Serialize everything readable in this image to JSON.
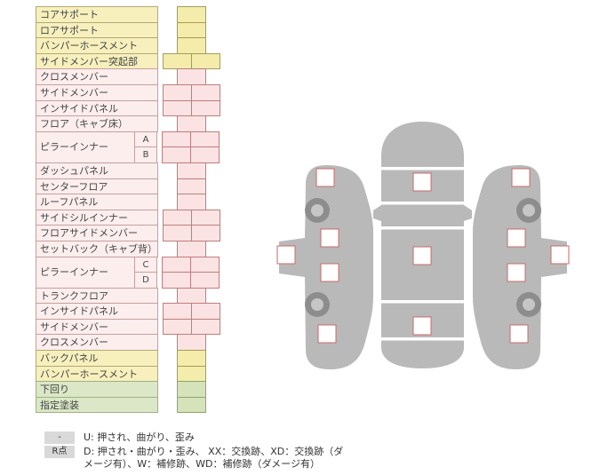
{
  "table": {
    "rows": [
      {
        "label": "コアサポート",
        "section": "front",
        "cells": 1
      },
      {
        "label": "ロアサポート",
        "section": "front",
        "cells": 1
      },
      {
        "label": "バンパーホースメント",
        "section": "front",
        "cells": 1
      },
      {
        "label": "サイドメンバー突起部",
        "section": "front",
        "cells": 2
      },
      {
        "label": "クロスメンバー",
        "section": "body",
        "cells": 1
      },
      {
        "label": "サイドメンバー",
        "section": "body",
        "cells": 2
      },
      {
        "label": "インサイドパネル",
        "section": "body",
        "cells": 2
      },
      {
        "label": "フロア（キャブ床）",
        "section": "body",
        "cells": 1
      },
      {
        "label": "ピラーインナー",
        "subs": [
          "A",
          "B"
        ],
        "section": "body",
        "cells": 2
      },
      {
        "label": "ダッシュパネル",
        "section": "body",
        "cells": 1
      },
      {
        "label": "センターフロア",
        "section": "body",
        "cells": 1
      },
      {
        "label": "ルーフパネル",
        "section": "body",
        "cells": 1
      },
      {
        "label": "サイドシルインナー",
        "section": "body",
        "cells": 2
      },
      {
        "label": "フロアサイドメンバー",
        "section": "body",
        "cells": 2
      },
      {
        "label": "セットバック（キャブ背）",
        "section": "body",
        "cells": 1
      },
      {
        "label": "ピラーインナー",
        "subs": [
          "C",
          "D"
        ],
        "section": "body",
        "cells": 2
      },
      {
        "label": "トランクフロア",
        "section": "body",
        "cells": 1
      },
      {
        "label": "インサイドパネル",
        "section": "body",
        "cells": 2
      },
      {
        "label": "サイドメンバー",
        "section": "body",
        "cells": 2
      },
      {
        "label": "クロスメンバー",
        "section": "body",
        "cells": 1
      },
      {
        "label": "バックパネル",
        "section": "rear",
        "cells": 1
      },
      {
        "label": "バンパーホースメント",
        "section": "rear",
        "cells": 1
      },
      {
        "label": "下回り",
        "section": "under",
        "cells": 1
      },
      {
        "label": "指定塗装",
        "section": "under",
        "cells": 1
      }
    ]
  },
  "legend": {
    "rows": [
      {
        "key": "-",
        "text": "U: 押され、曲がり、歪み"
      },
      {
        "key": "R点",
        "text": "D: 押され・曲がり・歪み、 XX：交換跡、XD：交換跡（ダメージ有）、W：補修跡、WD：補修跡（ダメージ有）"
      }
    ]
  },
  "colors": {
    "front_rear_row_bg": "#f7f0bd",
    "body_row_bg": "#fdeeee",
    "under_row_bg": "#dbe7c6",
    "pink_cell_border": "#c07c7c",
    "marker_border": "#c86a6a",
    "car_body_gray": "#b9b9b9",
    "legend_chip_bg": "#d9d9d9"
  }
}
